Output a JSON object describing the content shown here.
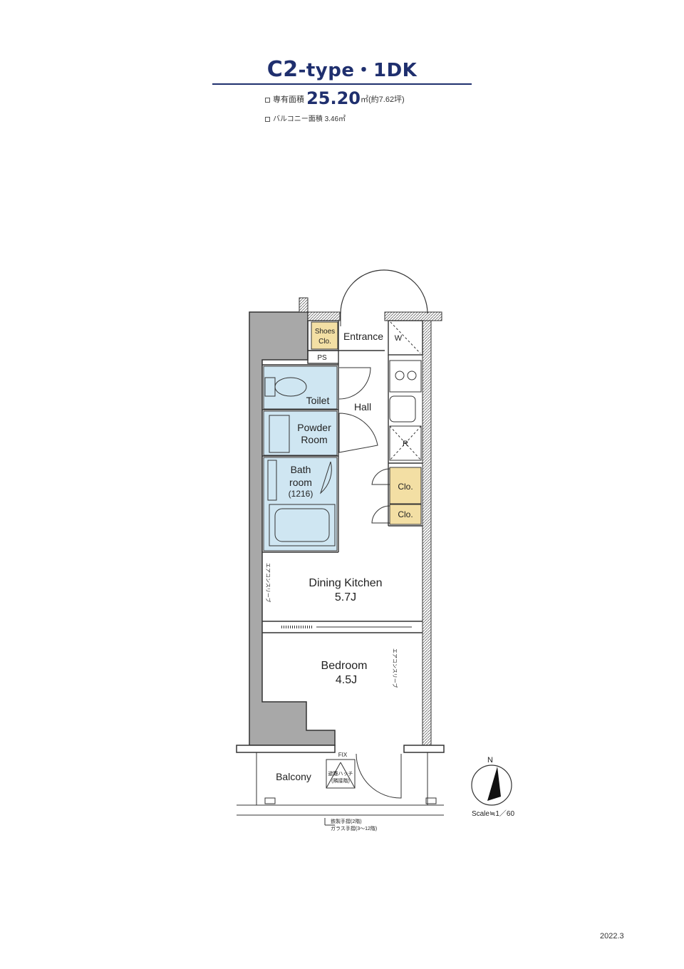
{
  "header": {
    "title_main": "C2",
    "title_sub": "-type・1DK",
    "area_label": "専有面積",
    "area_value": "25.20",
    "area_unit": "㎡",
    "area_tsubo": "(約7.62坪)",
    "balcony_label": "バルコニー面積",
    "balcony_value": "3.46㎡"
  },
  "rooms": {
    "shoes_clo_1": "Shoes",
    "shoes_clo_2": "Clo.",
    "entrance": "Entrance",
    "w": "W",
    "ps": "PS",
    "toilet": "Toilet",
    "hall": "Hall",
    "powder_1": "Powder",
    "powder_2": "Room",
    "bath_1": "Bath",
    "bath_2": "room",
    "bath_3": "(1216)",
    "r": "R",
    "clo_1": "Clo.",
    "clo_2": "Clo.",
    "dk_1": "Dining Kitchen",
    "dk_2": "5.7J",
    "bed_1": "Bedroom",
    "bed_2": "4.5J",
    "balcony": "Balcony",
    "fix": "FIX",
    "hatch_1": "避難ハッチ",
    "hatch_2": "(隣接階)"
  },
  "notes": {
    "handrail_1": "鉄製手摺(2階)",
    "handrail_2": "ガラス手摺(3〜12階)",
    "vertical_1": "エアコンスリーブ",
    "vertical_2": "エアコンスリーブ"
  },
  "compass": {
    "north": "N",
    "scale": "Scale≒1／60"
  },
  "footer": {
    "date": "2022.3"
  },
  "colors": {
    "accent": "#1f2f6e",
    "wet_area": "#cfe6f2",
    "closet": "#f3dfa4",
    "wall": "#a8a8a8"
  }
}
